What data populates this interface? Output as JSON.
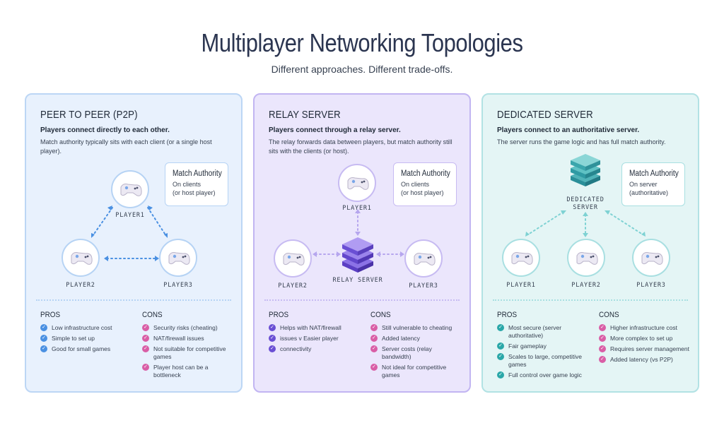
{
  "header": {
    "title": "Multiplayer Networking Topologies",
    "subtitle": "Different approaches. Different trade-offs."
  },
  "colors": {
    "p2p_accent": "#4a90e2",
    "relay_accent": "#6a4fd4",
    "dedicated_accent": "#2aa7a8",
    "cons_accent": "#d95ea6"
  },
  "p2p": {
    "title": "PEER TO PEER (P2P)",
    "lead": "Players connect directly to each other.",
    "desc": "Match authority typically sits with each client (or a single host player).",
    "authority": {
      "title": "Match Authority",
      "line1": "On clients",
      "line2": "(or host player)"
    },
    "nodes": [
      "PLAYER1",
      "PLAYER2",
      "PLAYER3"
    ],
    "pros_label": "PROS",
    "cons_label": "CONS",
    "pros": [
      "Low infrastructure cost",
      "Simple to set up",
      "Good for small games"
    ],
    "cons": [
      "Security risks (cheating)",
      "NAT/firewall issues",
      "Not suitable for competitive games",
      "Player host can be a bottleneck"
    ]
  },
  "relay": {
    "title": "RELAY SERVER",
    "lead": "Players connect through a relay server.",
    "desc": "The relay forwards data between players, but match authority still sits with the clients (or host).",
    "authority": {
      "title": "Match Authority",
      "line1": "On clients",
      "line2": "(or host player)"
    },
    "nodes": [
      "PLAYER1",
      "PLAYER2",
      "PLAYER3"
    ],
    "server_label": "RELAY SERVER",
    "pros_label": "PROS",
    "cons_label": "CONS",
    "pros": [
      "Helps with NAT/firewall",
      "issues v Easier player",
      "connectivity"
    ],
    "cons": [
      "Still vulnerable to cheating",
      "Added latency",
      "Server costs (relay bandwidth)",
      "Not ideal for competitive games"
    ]
  },
  "dedicated": {
    "title": "DEDICATED SERVER",
    "lead": "Players connect to an authoritative server.",
    "desc": "The server runs the game logic and has full match authority.",
    "authority": {
      "title": "Match Authority",
      "line1": "On server",
      "line2": "(authoritative)"
    },
    "server_label_1": "DEDICATED",
    "server_label_2": "SERVER",
    "nodes": [
      "PLAYER1",
      "PLAYER2",
      "PLAYER3"
    ],
    "pros_label": "PROS",
    "cons_label": "CONS",
    "pros": [
      "Most secure (server authoritative)",
      "Fair gameplay",
      "Scales to large, competitive games",
      "Full control over game logic"
    ],
    "cons": [
      "Higher infrastructure cost",
      "More complex to set up",
      "Requires server management",
      "Added latency (vs P2P)"
    ]
  }
}
